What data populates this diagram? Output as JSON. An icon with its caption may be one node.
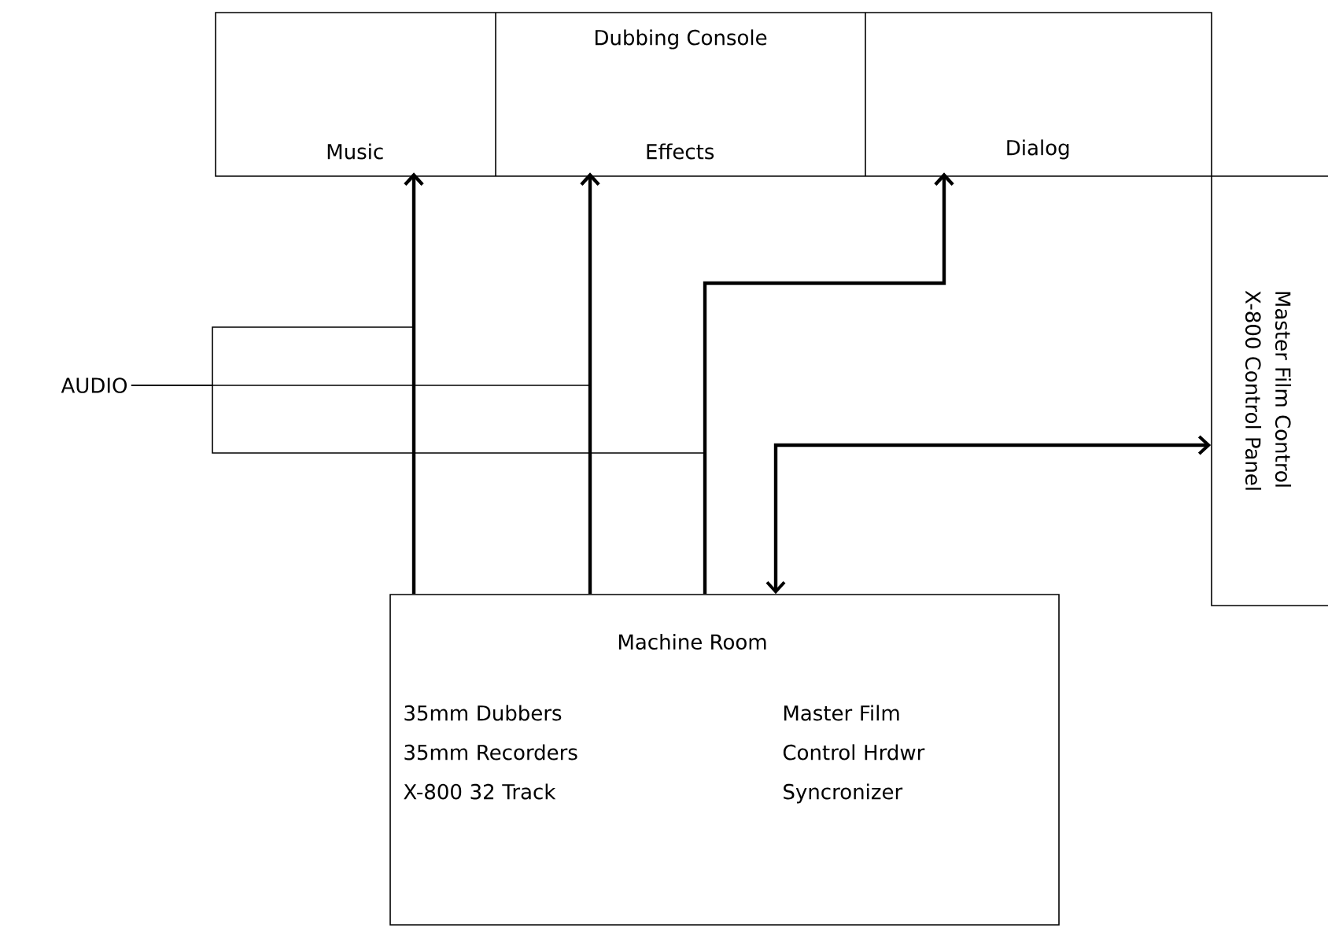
{
  "diagram": {
    "nodes": [
      {
        "text": [
          "Dubbing Console"
        ]
      },
      {
        "text": [
          "Music"
        ],
        "in": 0
      },
      {
        "text": [
          "Effects"
        ],
        "in": 0
      },
      {
        "text": [
          "Dialog"
        ],
        "in": 0
      },
      {
        "text": [
          "Master Film Control",
          "X-800 Control Panel"
        ]
      },
      {
        "text": [
          "Machine Room",
          "35mm Dubbers 35mm Recorders X-800 32 Track",
          "Master Film Control Hrdwr Syncronizer"
        ]
      },
      {
        "text": [
          "AUDIO"
        ]
      }
    ],
    "edges": [
      {
        "from": 5,
        "to": 1,
        "arrow": "to"
      },
      {
        "from": 5,
        "to": 2,
        "arrow": "to"
      },
      {
        "from": 5,
        "to": 3,
        "arrow": "to"
      },
      {
        "from": 5,
        "to": 4,
        "arrow": "both"
      },
      {
        "from": 6,
        "to": 1,
        "arrow": "to"
      },
      {
        "from": 6,
        "to": 2,
        "arrow": "to"
      },
      {
        "from": 6,
        "to": 3,
        "arrow": "to"
      }
    ]
  }
}
